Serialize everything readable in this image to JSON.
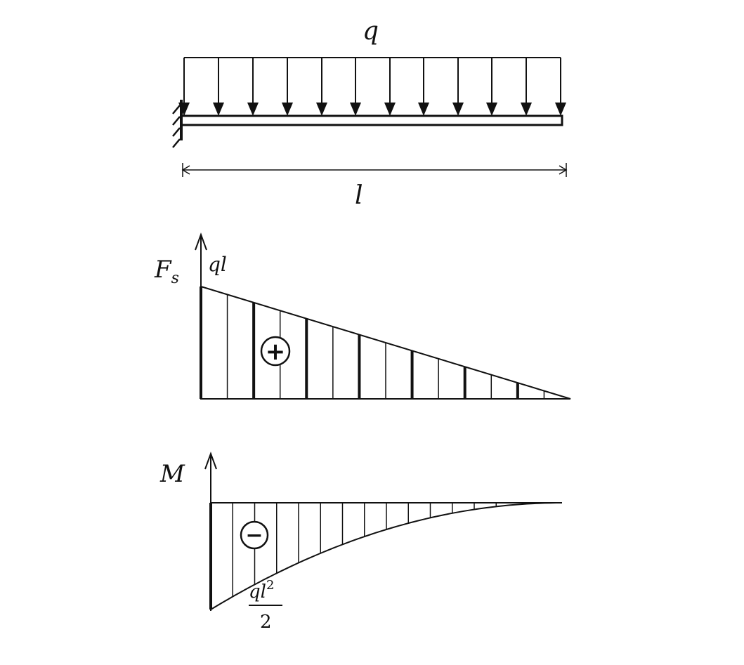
{
  "beam": {
    "load_label": "q",
    "length_label": "l",
    "support": "fixed-left",
    "load_type": "uniformly-distributed"
  },
  "shear_diagram": {
    "axis_label_main": "F",
    "axis_label_sub": "s",
    "max_value_label": "ql",
    "sign": "+",
    "shape": "linear, ql at fixed end to 0 at free end"
  },
  "moment_diagram": {
    "axis_label": "M",
    "sign": "−",
    "max_value_numerator_base": "ql",
    "max_value_numerator_exp": "2",
    "max_value_denominator": "2",
    "shape": "parabolic, −ql²/2 at fixed end to 0 at free end"
  },
  "colors": {
    "ink": "#111111",
    "background": "#ffffff"
  }
}
